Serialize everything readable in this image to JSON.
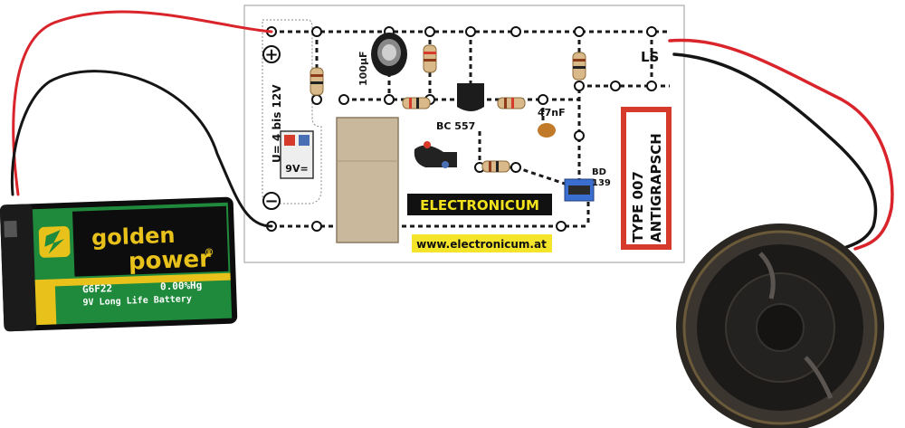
{
  "board": {
    "plus_sign": "+",
    "minus_sign": "−",
    "voltage_label": "U= 4 bis 12V",
    "battery_icon_text": "9V=",
    "capacitor_label": "100µF",
    "transistor1_label": "BC 557",
    "capacitor2_label": "47nF",
    "transistor2_label_line1": "BD",
    "transistor2_label_line2": "139",
    "speaker_label": "LS",
    "brand_banner": "ELECTRONICUM",
    "type_line1": "TYPE 007",
    "type_line2": "ANTIGRAPSCH",
    "url": "www.electronicum.at"
  },
  "battery": {
    "brand_line1": "golden",
    "brand_line2": "power",
    "registered_mark": "®",
    "model": "G6F22",
    "mercury": "0.00%Hg",
    "description": "9V Long Life Battery"
  },
  "colors": {
    "board": "#ffffff",
    "banner_bg": "#111111",
    "banner_text": "#f2e21c",
    "url_bg": "#f5e52a",
    "red_box": "#d63a2b",
    "battery_green": "#1f8a3c",
    "battery_black": "#0d0d0d",
    "battery_yellow": "#e8c21a",
    "wire_red": "#d8242a",
    "wire_black": "#151515"
  }
}
